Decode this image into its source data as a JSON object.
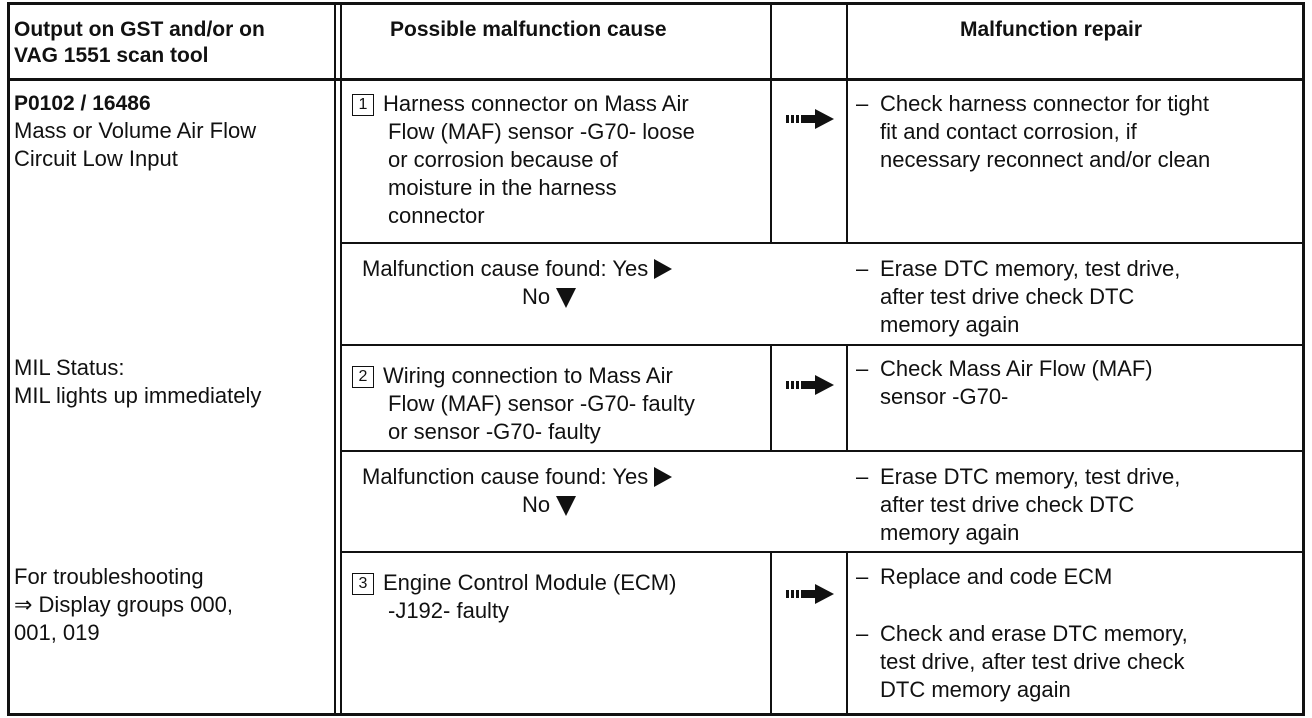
{
  "header": {
    "col1_line1": "Output on GST and/or on",
    "col1_line2": "VAG 1551 scan tool",
    "col2": "Possible malfunction cause",
    "col3": "Malfunction repair"
  },
  "left": {
    "code": "P0102 / 16486",
    "desc_lines": [
      "Mass or Volume Air Flow",
      "Circuit Low Input"
    ],
    "mil_lines": [
      "MIL Status:",
      "MIL lights up immediately"
    ],
    "trouble_lines": [
      "For troubleshooting",
      "⇒ Display groups 000,",
      "001, 019"
    ]
  },
  "steps": [
    {
      "number": "1",
      "cause_lines": [
        "Harness connector on Mass Air",
        "Flow (MAF) sensor -G70- loose",
        "or corrosion because of",
        "moisture in the harness",
        "connector"
      ],
      "repair_items": [
        [
          "Check harness connector for tight",
          "fit and contact corrosion, if",
          "necessary reconnect and/or clean"
        ]
      ]
    },
    {
      "number": "2",
      "cause_lines": [
        "Wiring connection to Mass Air",
        "Flow (MAF) sensor -G70- faulty",
        "or sensor -G70- faulty"
      ],
      "repair_items": [
        [
          "Check Mass Air Flow (MAF)",
          "sensor -G70-"
        ]
      ]
    },
    {
      "number": "3",
      "cause_lines": [
        "Engine Control Module (ECM)",
        "-J192- faulty"
      ],
      "repair_items": [
        [
          "Replace and code ECM"
        ],
        [
          "Check and erase DTC memory,",
          "test drive, after test drive check",
          "DTC memory again"
        ]
      ]
    }
  ],
  "found": {
    "label": "Malfunction cause found:  Yes",
    "no": "No",
    "dash": "–",
    "repair_lines": [
      "Erase DTC memory, test drive,",
      "after test drive check DTC",
      "memory again"
    ]
  },
  "dash": "–"
}
